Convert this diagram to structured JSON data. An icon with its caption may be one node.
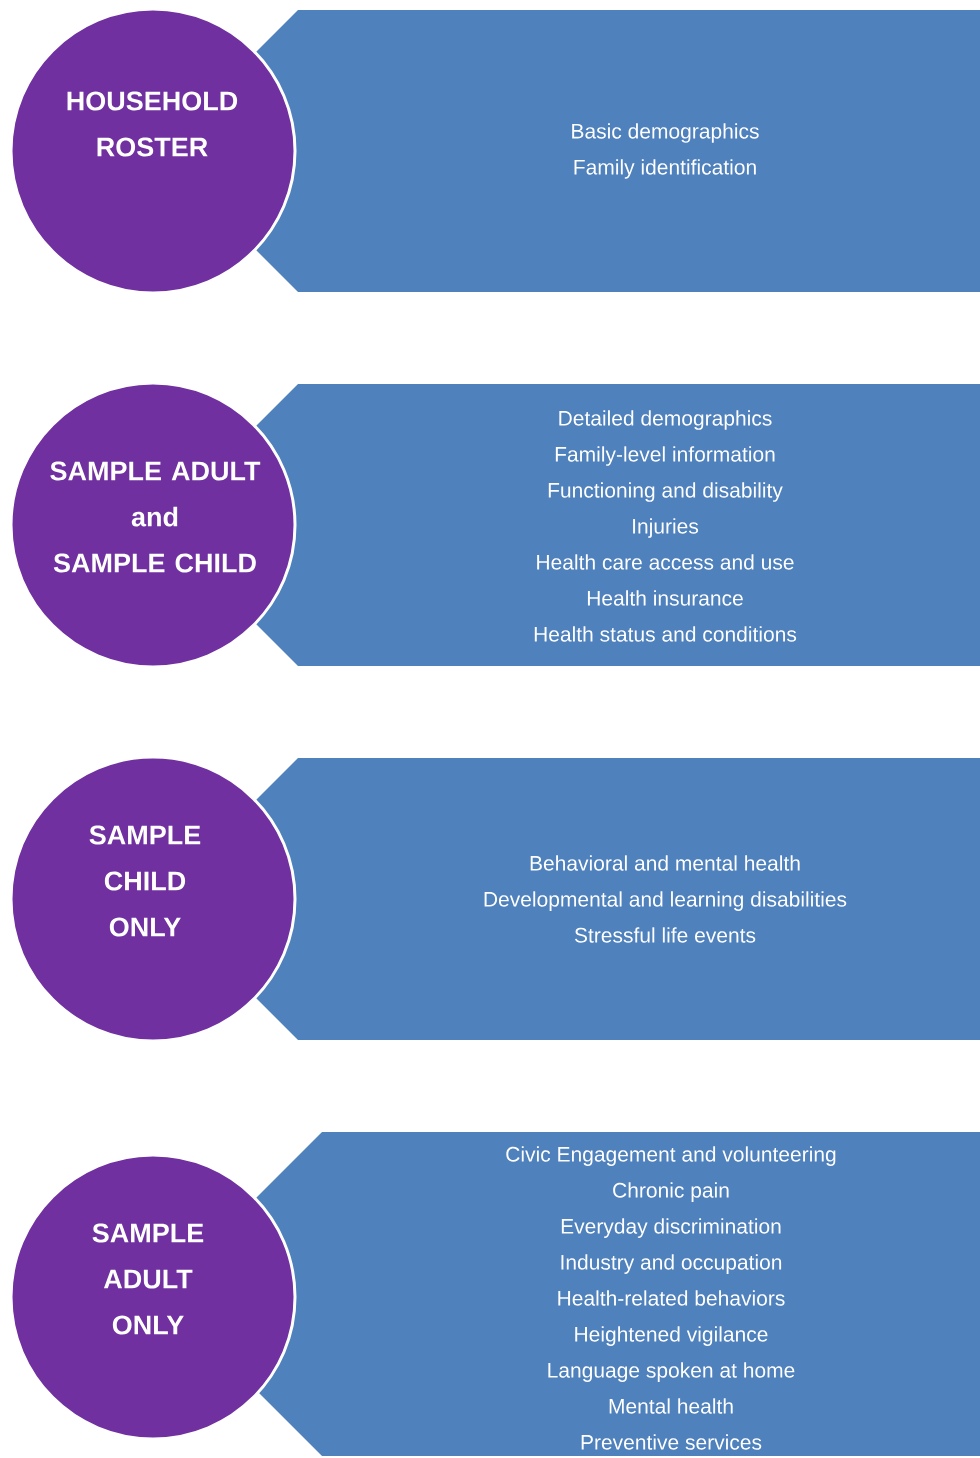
{
  "diagram": {
    "nodes": [
      {
        "text": [
          "HOUSEHOLD ROSTER"
        ]
      },
      {
        "text": [
          "Basic demographics",
          "Family identification"
        ]
      },
      {
        "text": [
          "SAMPLE ADULT",
          "and",
          "SAMPLE CHILD"
        ]
      },
      {
        "text": [
          "Detailed demographics",
          "Family-level information",
          "Functioning and disability",
          "Injuries",
          "Health care access and use",
          "Health insurance",
          "Health status and conditions"
        ]
      },
      {
        "text": [
          "SAMPLE CHILD ONLY"
        ]
      },
      {
        "text": [
          "Behavioral and mental health",
          "Developmental and learning disabilities",
          "Stressful life events"
        ]
      },
      {
        "text": [
          "SAMPLE ADULT ONLY"
        ]
      },
      {
        "text": [
          "Civic Engagement and volunteering",
          "Chronic pain",
          "Everyday discrimination",
          "Industry and occupation",
          "Health-related behaviors",
          "Heightened vigilance",
          "Language spoken at home",
          "Mental health",
          "Preventive services"
        ]
      }
    ]
  }
}
